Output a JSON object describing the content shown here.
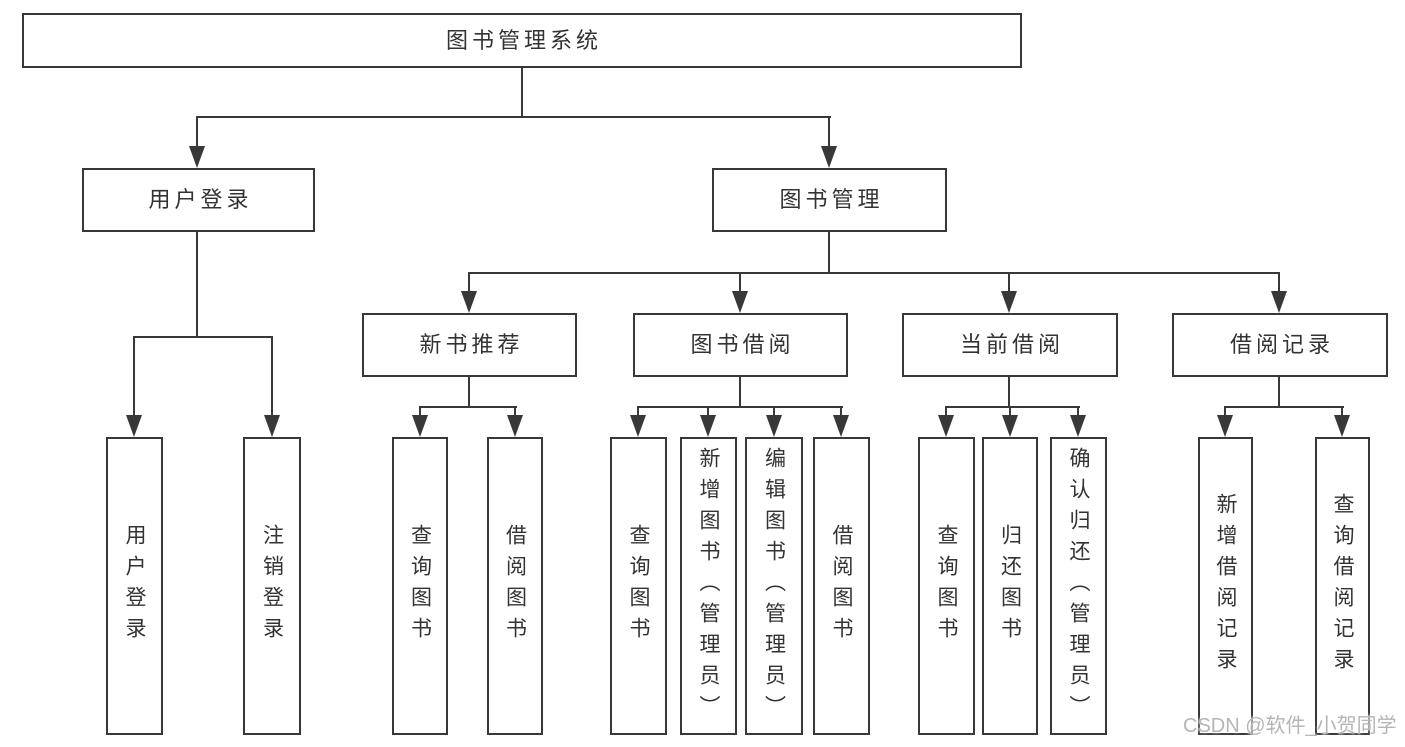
{
  "tree": {
    "label": "图书管理系统",
    "children": [
      {
        "label": "用户登录",
        "children": [
          {
            "label": "用户登录"
          },
          {
            "label": "注销登录"
          }
        ]
      },
      {
        "label": "图书管理",
        "children": [
          {
            "label": "新书推荐",
            "children": [
              {
                "label": "查询图书"
              },
              {
                "label": "借阅图书"
              }
            ]
          },
          {
            "label": "图书借阅",
            "children": [
              {
                "label": "查询图书"
              },
              {
                "label": "新增图书（管理员）"
              },
              {
                "label": "编辑图书（管理员）"
              },
              {
                "label": "借阅图书"
              }
            ]
          },
          {
            "label": "当前借阅",
            "children": [
              {
                "label": "查询图书"
              },
              {
                "label": "归还图书"
              },
              {
                "label": "确认归还（管理员）"
              }
            ]
          },
          {
            "label": "借阅记录",
            "children": [
              {
                "label": "新增借阅记录"
              },
              {
                "label": "查询借阅记录"
              }
            ]
          }
        ]
      }
    ]
  },
  "watermark": {
    "text": "CSDN @软件_小贺同学"
  },
  "colors": {
    "line": "#383838",
    "text": "#333333",
    "watermark_text": "#b5b5b5",
    "background": "#ffffff"
  }
}
